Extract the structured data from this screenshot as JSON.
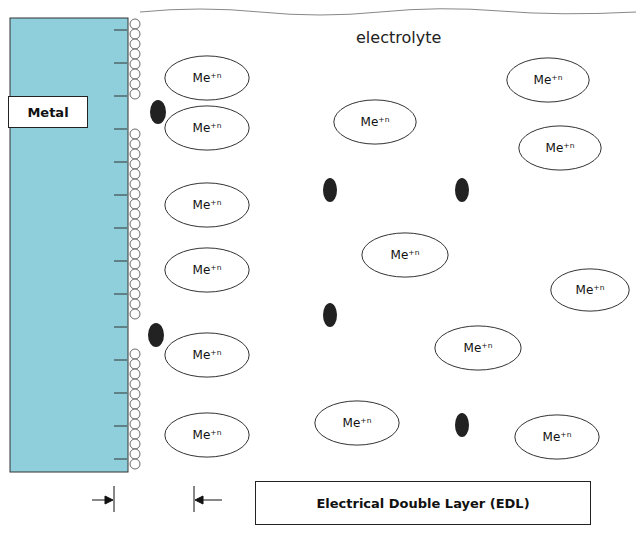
{
  "diagram": {
    "nodes": [
      {
        "text": [
          "Metal"
        ]
      },
      {
        "text": [
          "Me⁺ⁿ"
        ]
      },
      {
        "text": [
          "Me⁺ⁿ"
        ]
      },
      {
        "text": [
          "Me⁺ⁿ"
        ]
      },
      {
        "text": [
          "Me⁺ⁿ"
        ]
      },
      {
        "text": [
          "Me⁺ⁿ"
        ]
      },
      {
        "text": [
          "Me⁺ⁿ"
        ]
      },
      {
        "text": [
          "Me⁺ⁿ"
        ]
      },
      {
        "text": [
          "Me⁺ⁿ"
        ]
      },
      {
        "text": [
          "Me⁺ⁿ"
        ]
      },
      {
        "text": [
          "Me⁺ⁿ"
        ]
      },
      {
        "text": [
          "Me⁺ⁿ"
        ]
      },
      {
        "text": [
          "Me⁺ⁿ"
        ]
      },
      {
        "text": [
          "Me⁺ⁿ"
        ]
      },
      {
        "text": [
          "Me⁺ⁿ"
        ]
      },
      {
        "text": [
          "Electrical Double Layer (EDL)"
        ]
      }
    ],
    "labels": [
      "electrolyte"
    ]
  }
}
